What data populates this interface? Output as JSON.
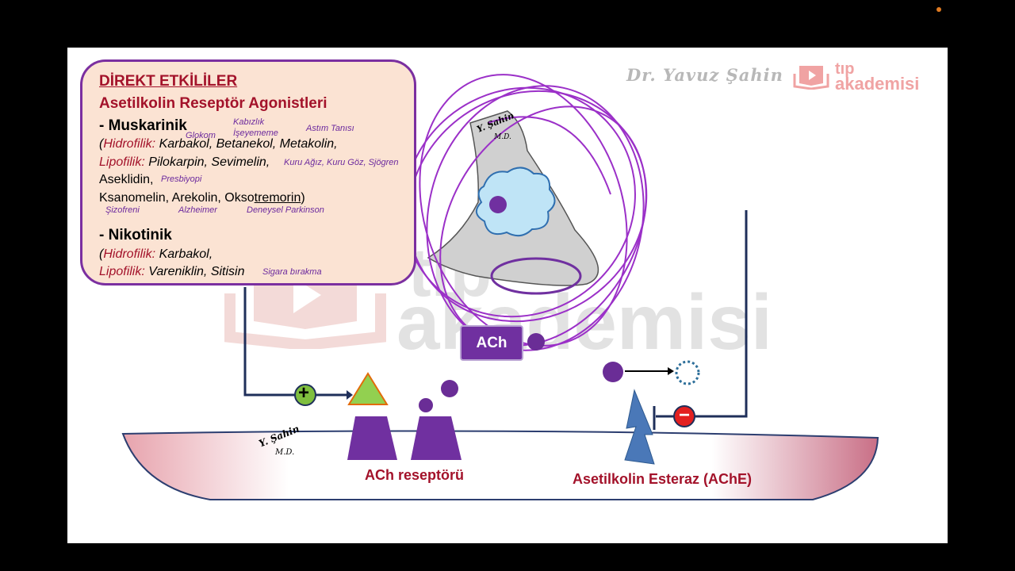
{
  "header": {
    "author": "Dr. Yavuz Şahin",
    "brand_line1": "tıp",
    "brand_line2": "akademisi"
  },
  "watermark": {
    "line1": "tıp",
    "line2": "akademisi"
  },
  "infobox": {
    "title": "DİREKT ETKİLİLER",
    "subtitle": "Asetilkolin Reseptör Agonistleri",
    "muskarinik": {
      "heading": "- Muskarinik",
      "open_paren": "(",
      "hidrofilik_label": "Hidrofilik:",
      "hidrofilik_drugs": "Karbakol, Betanekol, Metakolin,",
      "lipofilik_label": "Lipofilik:",
      "lipofilik_drugs": "Pilokarpin, Sevimelin,",
      "line3": "Aseklidin,",
      "line4_a": "Ksanomelin, Arekolin, Okso",
      "line4_b": "tremorin",
      "line4_c": ")"
    },
    "nikotinik": {
      "heading": "- Nikotinik",
      "open_paren": "(",
      "hidrofilik_label": "Hidrofilik:",
      "hidrofilik_drugs": "Karbakol,",
      "lipofilik_label": "Lipofilik:",
      "lipofilik_drugs": "Vareniklin, Sitisin"
    },
    "notes": {
      "glokom": "Glokom",
      "kabizlik": "Kabızlık",
      "iseyememe": "İşeyememe",
      "astim": "Astım Tanısı",
      "kuru": "Kuru Ağız, Kuru Göz, Sjögren",
      "presbiyopi": "Presbiyopi",
      "sizofreni": "Şizofreni",
      "alzheimer": "Alzheimer",
      "parkinson": "Deneysel Parkinson",
      "sigara": "Sigara bırakma"
    }
  },
  "diagram": {
    "ach_label": "ACh",
    "receptor_label": "ACh reseptörü",
    "enzyme_label": "Asetilkolin Esteraz (AChE)",
    "plus_sign": "+",
    "minus_sign": "−",
    "signature_name": "Y. Şahin",
    "signature_md": "M.D."
  },
  "colors": {
    "purple": "#7030a0",
    "dark_red": "#a3122a",
    "green": "#92d050",
    "navy": "#1f2f5a",
    "blue": "#4a78b8",
    "box_fill": "#fbe3d3"
  }
}
